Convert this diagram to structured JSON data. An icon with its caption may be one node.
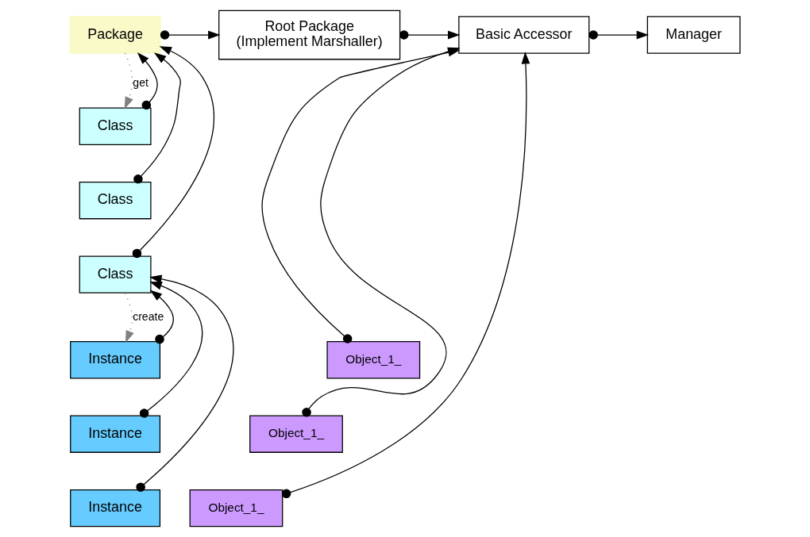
{
  "diagram": {
    "nodes": [
      {
        "text": [
          "Package"
        ]
      },
      {
        "text": [
          "Root Package",
          "(Implement Marshaller)"
        ]
      },
      {
        "text": [
          "Basic Accessor"
        ]
      },
      {
        "text": [
          "Manager"
        ]
      },
      {
        "text": [
          "Class"
        ]
      },
      {
        "text": [
          "Class"
        ]
      },
      {
        "text": [
          "Class"
        ]
      },
      {
        "text": [
          "Instance"
        ]
      },
      {
        "text": [
          "Object_1_"
        ]
      },
      {
        "text": [
          "Instance"
        ]
      },
      {
        "text": [
          "Object_1_"
        ]
      },
      {
        "text": [
          "Instance"
        ]
      },
      {
        "text": [
          "Object_1_"
        ]
      }
    ],
    "edges": [
      {
        "from": 0,
        "to": 1,
        "arrow": "to"
      },
      {
        "from": 1,
        "to": 2,
        "arrow": "to"
      },
      {
        "from": 2,
        "to": 3,
        "arrow": "to"
      },
      {
        "from": 0,
        "to": 4,
        "arrow": "to",
        "label": "get",
        "style": "dashed",
        "color": "#808080"
      },
      {
        "from": 4,
        "to": 0,
        "arrow": "to"
      },
      {
        "from": 5,
        "to": 0,
        "arrow": "to"
      },
      {
        "from": 6,
        "to": 0,
        "arrow": "to"
      },
      {
        "from": 6,
        "to": 7,
        "arrow": "to",
        "label": "create",
        "style": "dashed",
        "color": "#808080"
      },
      {
        "from": 7,
        "to": 6,
        "arrow": "to"
      },
      {
        "from": 9,
        "to": 6,
        "arrow": "to"
      },
      {
        "from": 11,
        "to": 6,
        "arrow": "to"
      },
      {
        "from": 8,
        "to": 2,
        "arrow": "to"
      },
      {
        "from": 10,
        "to": 2,
        "arrow": "to"
      },
      {
        "from": 12,
        "to": 2,
        "arrow": "to"
      }
    ]
  }
}
